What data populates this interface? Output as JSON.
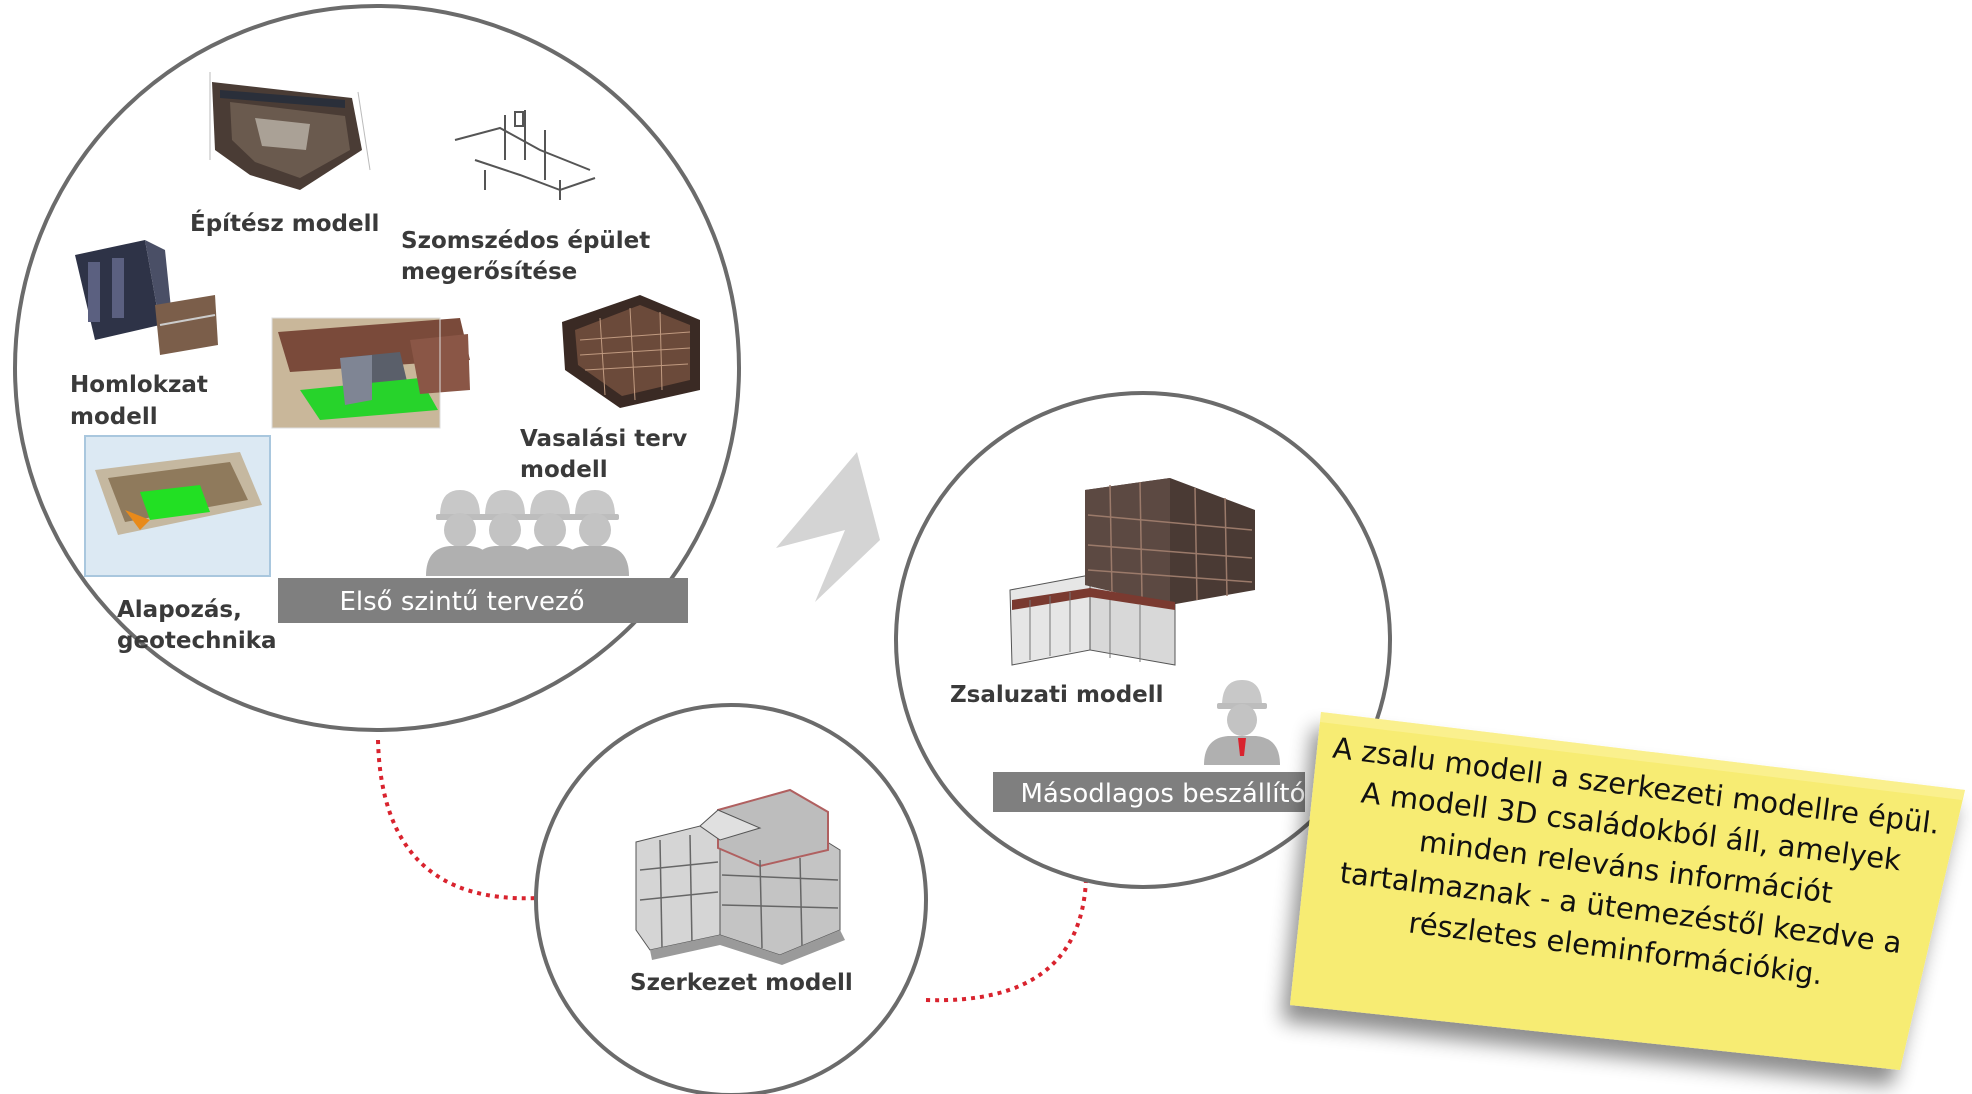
{
  "first_circle": {
    "labels": {
      "architect_line1": "Építész modell",
      "neighbor_line1": "Szomszédos épület",
      "neighbor_line2": "megerősítése",
      "facade_line1": "Homlokzat",
      "facade_line2": "modell",
      "rebar_line1": "Vasalási terv",
      "rebar_line2": "modell",
      "foundation_line1": "Alapozás,",
      "foundation_line2": "geotechnika"
    },
    "banner": "Első szintű tervező"
  },
  "second_circle": {
    "label": "Zsaluzati modell",
    "banner": "Másodlagos beszállító"
  },
  "third_circle": {
    "label": "Szerkezet modell"
  },
  "note": {
    "lines": [
      "A zsalu modell a szerkezeti modellre épül.",
      "A modell 3D családokból áll, amelyek",
      "minden releváns információt",
      "tartalmaznak - a ütemezéstől kezdve a",
      "részletes eleminformációkig."
    ]
  },
  "colors": {
    "circle_stroke": "#6b6b6b",
    "banner_fill": "#7f7f7f",
    "connector": "#d9232e",
    "arrow": "#d4d4d4",
    "note_fill": "#f7ec73",
    "worker_icon": "#b3b3b3"
  },
  "icons": [
    "worker-group-icon",
    "worker-icon",
    "flow-arrow-icon"
  ]
}
